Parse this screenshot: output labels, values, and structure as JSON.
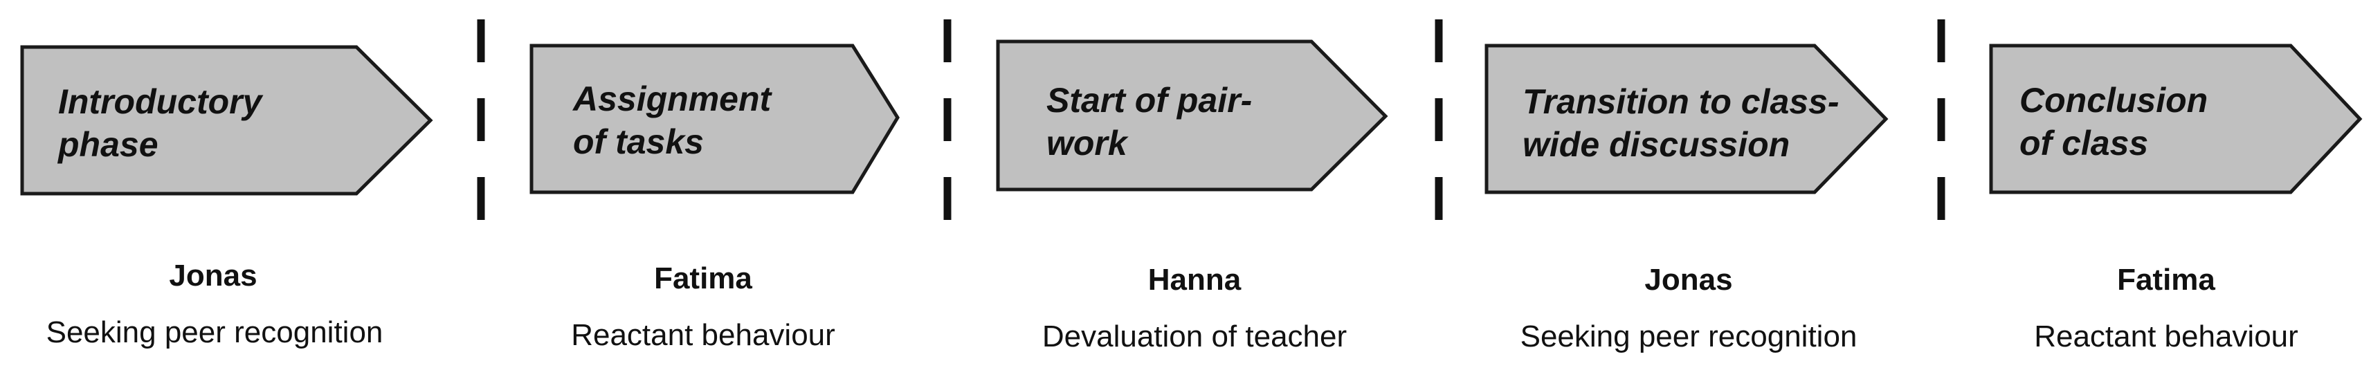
{
  "phases": [
    {
      "line1": "Introductory",
      "line2": "phase",
      "student": "Jonas",
      "behaviour": "Seeking peer recognition"
    },
    {
      "line1": "Assignment",
      "line2": "of tasks",
      "student": "Fatima",
      "behaviour": "Reactant behaviour"
    },
    {
      "line1": "Start of pair-",
      "line2": "work",
      "student": "Hanna",
      "behaviour": "Devaluation of teacher"
    },
    {
      "line1": "Transition to class-",
      "line2": "wide discussion",
      "student": "Jonas",
      "behaviour": "Seeking peer recognition"
    },
    {
      "line1": "Conclusion",
      "line2": "of class",
      "student": "Fatima",
      "behaviour": "Reactant behaviour"
    }
  ],
  "colors": {
    "arrow_fill": "#c0c0c0",
    "arrow_stroke": "#1a1a1a",
    "text": "#111111"
  }
}
